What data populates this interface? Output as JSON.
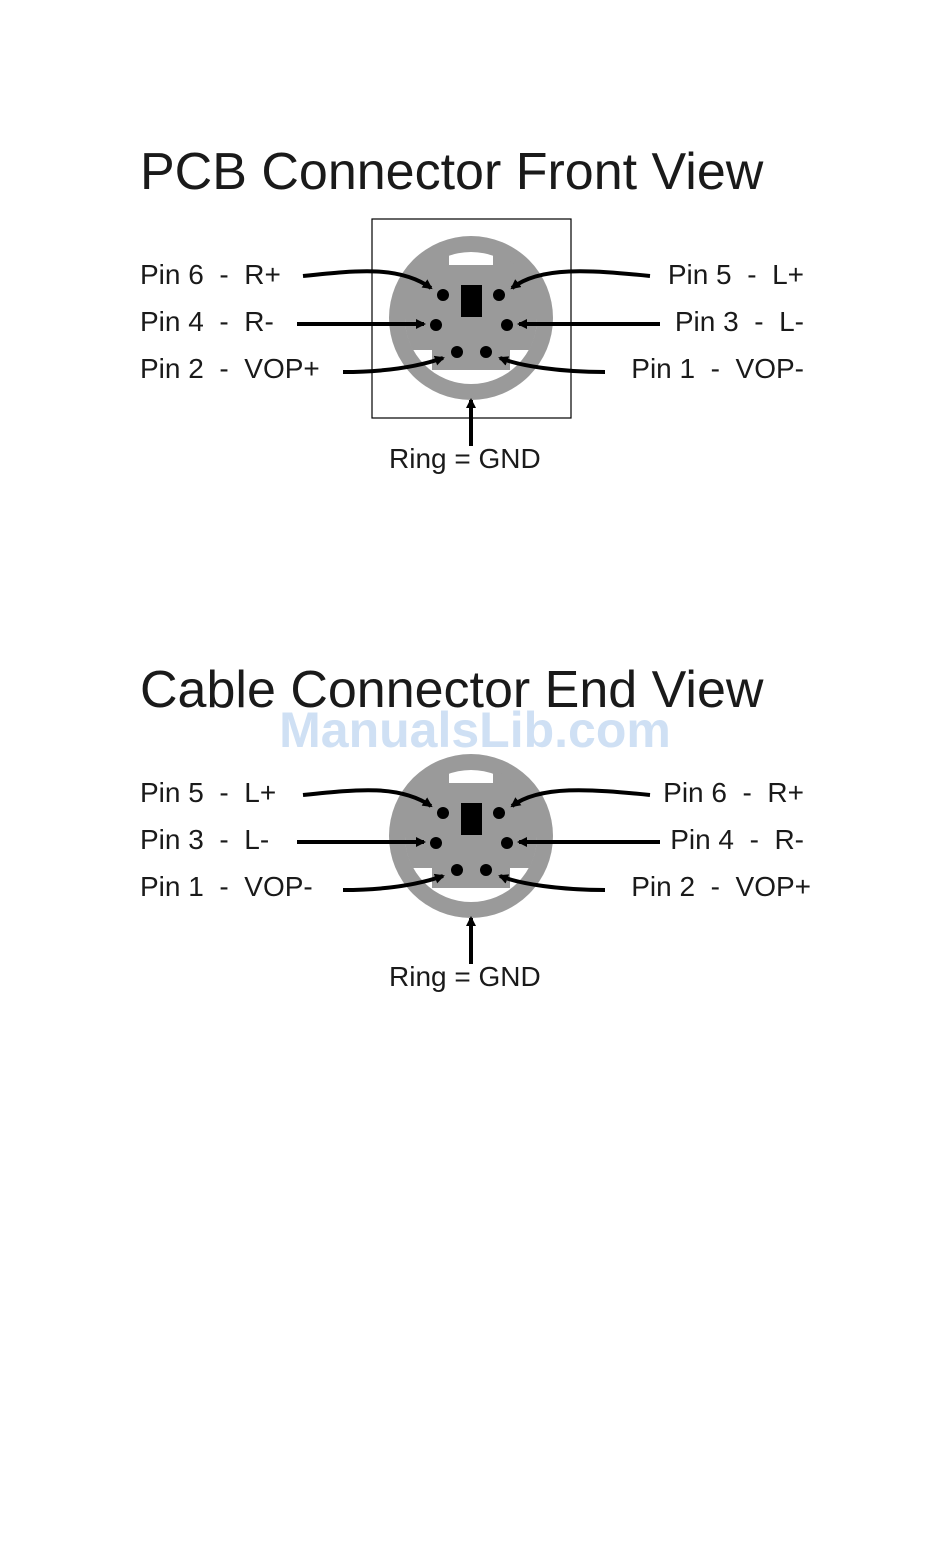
{
  "watermark": "ManualsLib.com",
  "front": {
    "title": "PCB Connector Front View",
    "labels": {
      "left_top": "Pin 6  -  R+",
      "left_mid": "Pin 4  -  R-",
      "left_bot": "Pin 2  -  VOP+",
      "right_top": "Pin 5  -  L+",
      "right_mid": "Pin 3  -  L-",
      "right_bot": "Pin 1  -  VOP-",
      "ring": "Ring = GND"
    }
  },
  "cable": {
    "title": "Cable Connector End View",
    "labels": {
      "left_top": "Pin 5  -  L+",
      "left_mid": "Pin 3  -  L-",
      "left_bot": "Pin 1  -  VOP-",
      "right_top": "Pin 6  -  R+",
      "right_mid": "Pin 4  -  R-",
      "right_bot": "Pin 2  -  VOP+",
      "ring": "Ring = GND"
    }
  },
  "colors": {
    "connector_gray": "#9a9a9a",
    "ink": "#000000"
  }
}
